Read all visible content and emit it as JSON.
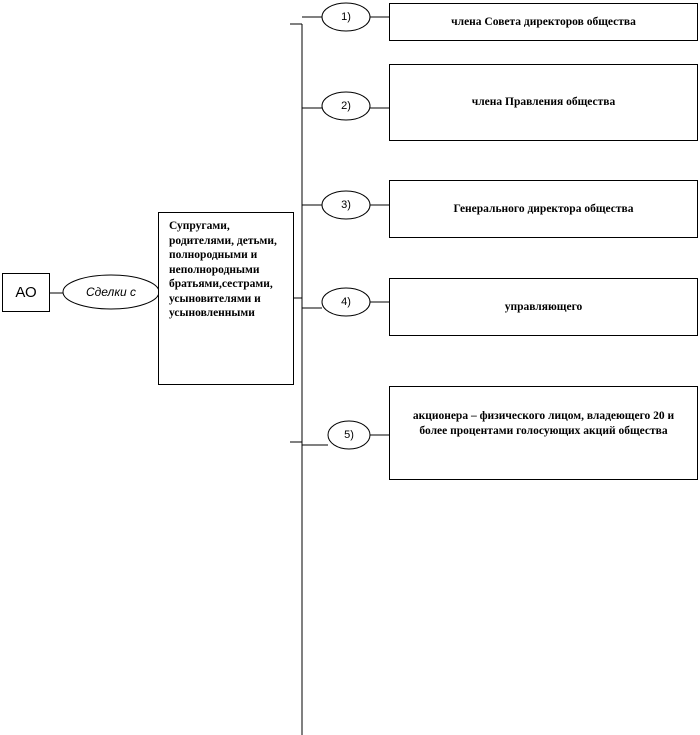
{
  "ao_label": "АО",
  "deals_label": "Сделки с",
  "relatives_text": "Супругами, родителями, детьми, полнородными и неполнородными братьями,сестрами, усыновителями и усыновленными",
  "branches": [
    {
      "number": "1)",
      "target": "члена Совета директоров  общества"
    },
    {
      "number": "2)",
      "target": "члена Правления общества"
    },
    {
      "number": "3)",
      "target": "Генерального директора общества"
    },
    {
      "number": "4)",
      "target": "управляющего"
    },
    {
      "number": "5)",
      "target": "акционера – физического лицом, владеющего 20 и более процентами голосующих акций общества"
    }
  ]
}
